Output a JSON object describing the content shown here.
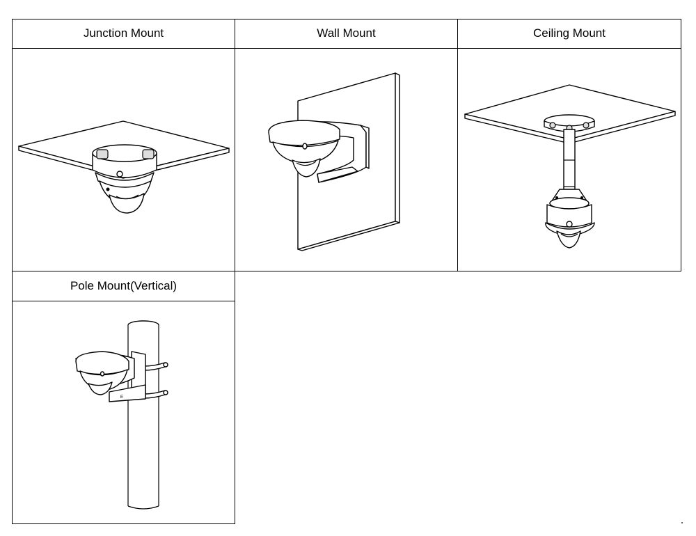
{
  "mounts": [
    {
      "label": "Junction Mount"
    },
    {
      "label": "Wall Mount"
    },
    {
      "label": "Ceiling Mount"
    },
    {
      "label": "Pole Mount(Vertical)"
    }
  ]
}
